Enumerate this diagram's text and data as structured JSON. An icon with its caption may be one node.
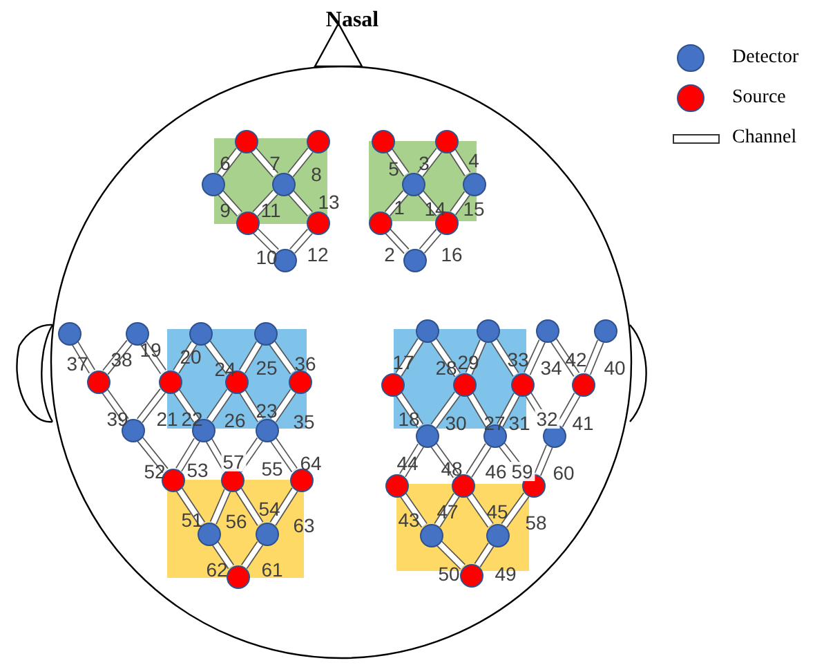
{
  "diagram": {
    "nodes": [
      {
        "text": [],
        "shape": "circle"
      },
      {
        "text": [],
        "shape": "circle"
      },
      {
        "text": [],
        "shape": "circle"
      },
      {
        "text": [],
        "shape": "circle"
      },
      {
        "text": [],
        "shape": "circle"
      },
      {
        "text": [],
        "shape": "circle"
      },
      {
        "text": [],
        "shape": "circle"
      },
      {
        "text": [],
        "shape": "circle"
      },
      {
        "text": [],
        "shape": "circle"
      },
      {
        "text": [],
        "shape": "circle"
      },
      {
        "text": [],
        "shape": "circle"
      },
      {
        "text": [],
        "shape": "circle"
      },
      {
        "text": [],
        "shape": "circle"
      },
      {
        "text": [],
        "shape": "circle"
      },
      {
        "text": [],
        "shape": "circle"
      },
      {
        "text": [],
        "shape": "circle"
      },
      {
        "text": [],
        "shape": "circle"
      },
      {
        "text": [],
        "shape": "circle"
      },
      {
        "text": [],
        "shape": "circle"
      },
      {
        "text": [],
        "shape": "circle"
      },
      {
        "text": [],
        "shape": "circle"
      },
      {
        "text": [],
        "shape": "circle"
      },
      {
        "text": [],
        "shape": "circle"
      },
      {
        "text": [],
        "shape": "circle"
      },
      {
        "text": [],
        "shape": "circle"
      },
      {
        "text": [],
        "shape": "circle"
      },
      {
        "text": [],
        "shape": "circle"
      },
      {
        "text": [],
        "shape": "circle"
      },
      {
        "text": [],
        "shape": "circle"
      },
      {
        "text": [],
        "shape": "circle"
      },
      {
        "text": [],
        "shape": "circle"
      },
      {
        "text": [],
        "shape": "circle"
      },
      {
        "text": [],
        "shape": "circle"
      },
      {
        "text": [],
        "shape": "circle"
      },
      {
        "text": [],
        "shape": "circle"
      },
      {
        "text": [],
        "shape": "circle"
      },
      {
        "text": [],
        "shape": "circle"
      },
      {
        "text": [],
        "shape": "circle"
      },
      {
        "text": [],
        "shape": "circle"
      },
      {
        "text": [],
        "shape": "circle"
      },
      {
        "text": [],
        "shape": "circle"
      },
      {
        "text": [],
        "shape": "circle"
      },
      {
        "text": [],
        "shape": "circle"
      },
      {
        "text": [],
        "shape": "circle"
      },
      {
        "text": [],
        "shape": "circle"
      },
      {
        "text": [],
        "shape": "circle"
      },
      {
        "text": [],
        "shape": "circle"
      },
      {
        "text": [],
        "shape": "circle"
      }
    ],
    "edges": [
      {
        "from": 2,
        "to": 0,
        "arrow": "none",
        "label": "6"
      },
      {
        "from": 0,
        "to": 3,
        "arrow": "none",
        "label": "7"
      },
      {
        "from": 1,
        "to": 3,
        "arrow": "none",
        "label": "8"
      },
      {
        "from": 2,
        "to": 4,
        "arrow": "none",
        "label": "9"
      },
      {
        "from": 4,
        "to": 3,
        "arrow": "none",
        "label": "11"
      },
      {
        "from": 3,
        "to": 5,
        "arrow": "none",
        "label": "13"
      },
      {
        "from": 4,
        "to": 6,
        "arrow": "none",
        "label": "10"
      },
      {
        "from": 5,
        "to": 6,
        "arrow": "none",
        "label": "12"
      },
      {
        "from": 7,
        "to": 9,
        "arrow": "none",
        "label": "5"
      },
      {
        "from": 9,
        "to": 8,
        "arrow": "none",
        "label": "3"
      },
      {
        "from": 8,
        "to": 10,
        "arrow": "none",
        "label": "4"
      },
      {
        "from": 11,
        "to": 9,
        "arrow": "none",
        "label": "1"
      },
      {
        "from": 9,
        "to": 12,
        "arrow": "none",
        "label": "14"
      },
      {
        "from": 12,
        "to": 10,
        "arrow": "none",
        "label": "15"
      },
      {
        "from": 11,
        "to": 13,
        "arrow": "none",
        "label": "2"
      },
      {
        "from": 12,
        "to": 13,
        "arrow": "none",
        "label": "16"
      },
      {
        "from": 14,
        "to": 18,
        "arrow": "none",
        "label": "37"
      },
      {
        "from": 18,
        "to": 15,
        "arrow": "none",
        "label": "38"
      },
      {
        "from": 15,
        "to": 19,
        "arrow": "none",
        "label": "19"
      },
      {
        "from": 19,
        "to": 16,
        "arrow": "none",
        "label": "20"
      },
      {
        "from": 16,
        "to": 20,
        "arrow": "none",
        "label": "24"
      },
      {
        "from": 20,
        "to": 17,
        "arrow": "none",
        "label": "25"
      },
      {
        "from": 17,
        "to": 21,
        "arrow": "none",
        "label": "36"
      },
      {
        "from": 18,
        "to": 22,
        "arrow": "none",
        "label": "39"
      },
      {
        "from": 22,
        "to": 19,
        "arrow": "none",
        "label": "21"
      },
      {
        "from": 19,
        "to": 23,
        "arrow": "none",
        "label": "22"
      },
      {
        "from": 23,
        "to": 20,
        "arrow": "none",
        "label": "26"
      },
      {
        "from": 20,
        "to": 24,
        "arrow": "none",
        "label": "23"
      },
      {
        "from": 24,
        "to": 21,
        "arrow": "none",
        "label": "35"
      },
      {
        "from": 22,
        "to": 25,
        "arrow": "none",
        "label": "52"
      },
      {
        "from": 25,
        "to": 23,
        "arrow": "none",
        "label": "53"
      },
      {
        "from": 23,
        "to": 26,
        "arrow": "none",
        "label": "57"
      },
      {
        "from": 26,
        "to": 24,
        "arrow": "none",
        "label": "55"
      },
      {
        "from": 24,
        "to": 27,
        "arrow": "none",
        "label": "64"
      },
      {
        "from": 25,
        "to": 28,
        "arrow": "none",
        "label": "51"
      },
      {
        "from": 28,
        "to": 26,
        "arrow": "none",
        "label": "56"
      },
      {
        "from": 26,
        "to": 29,
        "arrow": "none",
        "label": "54"
      },
      {
        "from": 29,
        "to": 27,
        "arrow": "none",
        "label": "63"
      },
      {
        "from": 28,
        "to": 30,
        "arrow": "none",
        "label": "62"
      },
      {
        "from": 30,
        "to": 29,
        "arrow": "none",
        "label": "61"
      },
      {
        "from": 31,
        "to": 35,
        "arrow": "none",
        "label": "17"
      },
      {
        "from": 31,
        "to": 36,
        "arrow": "none",
        "label": "28"
      },
      {
        "from": 36,
        "to": 32,
        "arrow": "none",
        "label": "29"
      },
      {
        "from": 32,
        "to": 37,
        "arrow": "none",
        "label": "33"
      },
      {
        "from": 37,
        "to": 33,
        "arrow": "none",
        "label": "34"
      },
      {
        "from": 33,
        "to": 38,
        "arrow": "none",
        "label": "42"
      },
      {
        "from": 38,
        "to": 34,
        "arrow": "none",
        "label": "40"
      },
      {
        "from": 35,
        "to": 39,
        "arrow": "none",
        "label": "18"
      },
      {
        "from": 39,
        "to": 36,
        "arrow": "none",
        "label": "30"
      },
      {
        "from": 36,
        "to": 40,
        "arrow": "none",
        "label": "27"
      },
      {
        "from": 40,
        "to": 37,
        "arrow": "none",
        "label": "31"
      },
      {
        "from": 37,
        "to": 41,
        "arrow": "none",
        "label": "32"
      },
      {
        "from": 41,
        "to": 38,
        "arrow": "none",
        "label": "41"
      },
      {
        "from": 39,
        "to": 42,
        "arrow": "none",
        "label": "44"
      },
      {
        "from": 39,
        "to": 43,
        "arrow": "none",
        "label": "48"
      },
      {
        "from": 43,
        "to": 40,
        "arrow": "none",
        "label": "46"
      },
      {
        "from": 40,
        "to": 44,
        "arrow": "none",
        "label": "59"
      },
      {
        "from": 41,
        "to": 44,
        "arrow": "none",
        "label": "60"
      },
      {
        "from": 42,
        "to": 45,
        "arrow": "none",
        "label": "43"
      },
      {
        "from": 45,
        "to": 43,
        "arrow": "none",
        "label": "47"
      },
      {
        "from": 43,
        "to": 46,
        "arrow": "none",
        "label": "45"
      },
      {
        "from": 46,
        "to": 44,
        "arrow": "none",
        "label": "58"
      },
      {
        "from": 45,
        "to": 47,
        "arrow": "none",
        "label": "50"
      },
      {
        "from": 47,
        "to": 46,
        "arrow": "none",
        "label": "49"
      }
    ],
    "labels": [
      "Nasal"
    ],
    "legend": [
      {
        "text": "Detector",
        "color": "#4472c4"
      },
      {
        "text": "Source",
        "color": "#ff0000"
      },
      {
        "text": "Channel"
      }
    ]
  }
}
